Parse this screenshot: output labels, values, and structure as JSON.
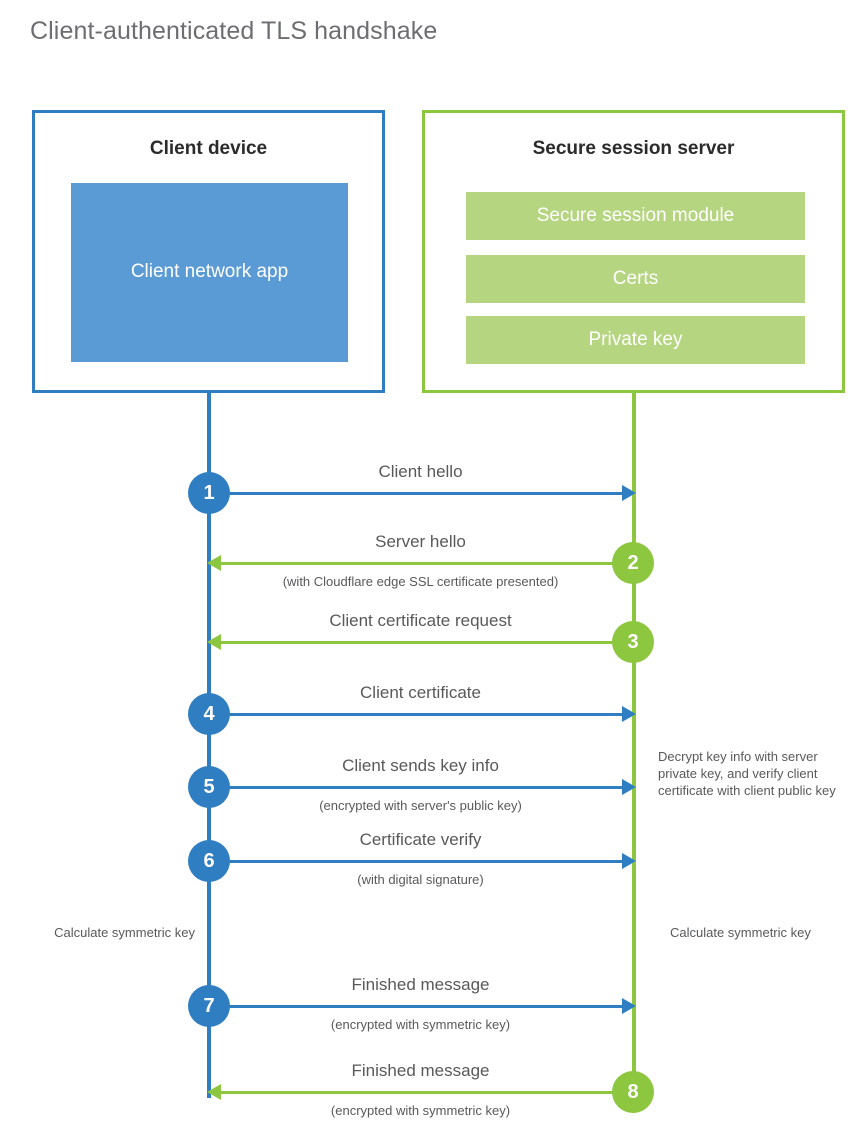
{
  "page": {
    "title": "Client-authenticated TLS handshake",
    "colors": {
      "client_blue": "#2f7ec1",
      "client_app_blue": "#5b9bd5",
      "server_green": "#8dc63f",
      "server_bar_green": "#b5d581",
      "text_gray": "#58595b"
    }
  },
  "client": {
    "title": "Client device",
    "app_label": "Client network app"
  },
  "server": {
    "title": "Secure session server",
    "bars": [
      {
        "label": "Secure session module"
      },
      {
        "label": "Certs"
      },
      {
        "label": "Private key"
      }
    ]
  },
  "steps": [
    {
      "number": "1",
      "label": "Client hello",
      "sub": "",
      "direction": "client-to-server",
      "color": "blue",
      "circle_side": "client"
    },
    {
      "number": "2",
      "label": "Server hello",
      "sub": "(with Cloudflare edge SSL certificate presented)",
      "direction": "server-to-client",
      "color": "green",
      "circle_side": "server"
    },
    {
      "number": "3",
      "label": "Client certificate request",
      "sub": "",
      "direction": "server-to-client",
      "color": "green",
      "circle_side": "server"
    },
    {
      "number": "4",
      "label": "Client certificate",
      "sub": "",
      "direction": "client-to-server",
      "color": "blue",
      "circle_side": "client"
    },
    {
      "number": "5",
      "label": "Client sends key info",
      "sub": "(encrypted with server's public key)",
      "direction": "client-to-server",
      "color": "blue",
      "circle_side": "client"
    },
    {
      "number": "6",
      "label": "Certificate verify",
      "sub": "(with digital signature)",
      "direction": "client-to-server",
      "color": "blue",
      "circle_side": "client"
    },
    {
      "number": "7",
      "label": "Finished message",
      "sub": "(encrypted with symmetric key)",
      "direction": "client-to-server",
      "color": "blue",
      "circle_side": "client"
    },
    {
      "number": "8",
      "label": "Finished message",
      "sub": "(encrypted with symmetric key)",
      "direction": "server-to-client",
      "color": "green",
      "circle_side": "server"
    }
  ],
  "notes": {
    "server_decrypt": "Decrypt key info with server private key, and verify client certificate with client public key",
    "client_symmetric": "Calculate symmetric key",
    "server_symmetric": "Calculate symmetric key"
  }
}
